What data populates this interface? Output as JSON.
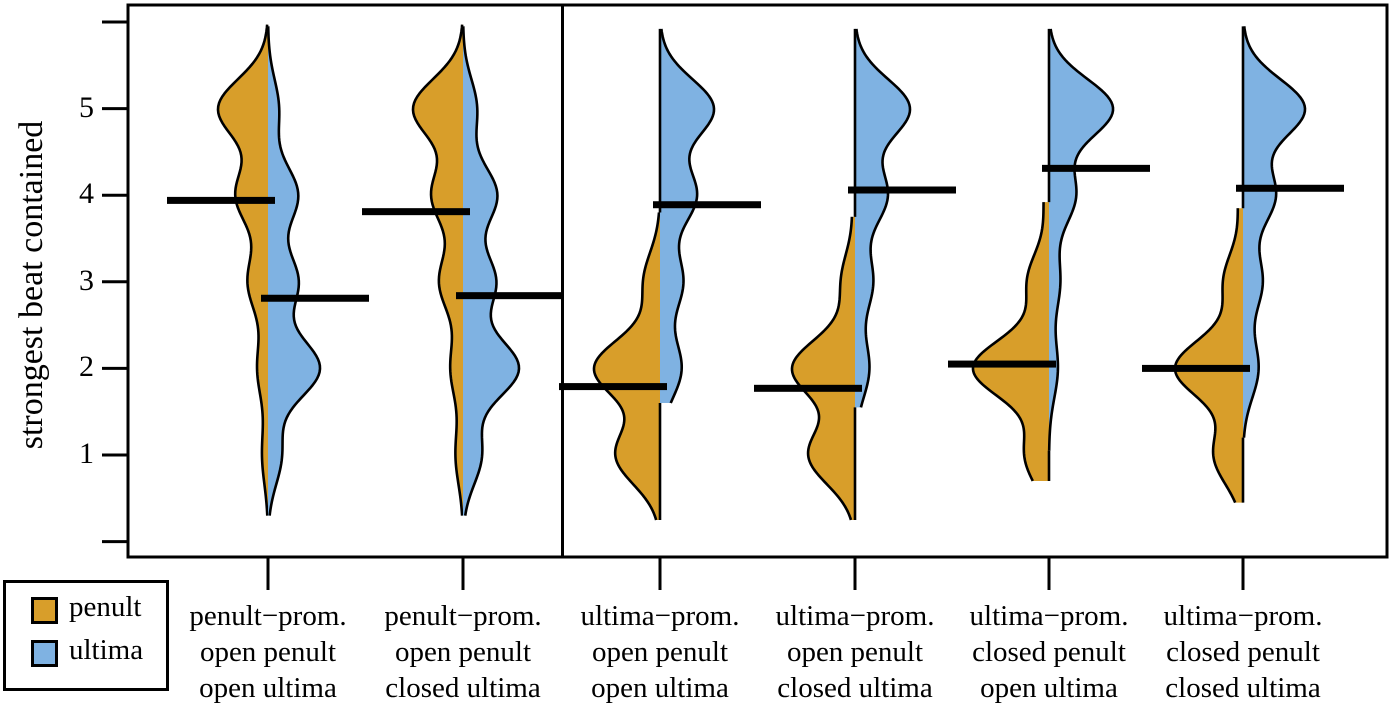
{
  "y_axis": {
    "label": "strongest beat contained",
    "tick_labels": [
      "1",
      "2",
      "3",
      "4",
      "5"
    ]
  },
  "legend": {
    "items": [
      {
        "label": "penult",
        "color": "#D89E2A"
      },
      {
        "label": "ultima",
        "color": "#7FB2E2"
      }
    ]
  },
  "chart_data": {
    "type": "violin",
    "variant": "split-violin",
    "title": "",
    "xlabel": "",
    "ylabel": "strongest beat contained",
    "ylim": [
      0,
      6
    ],
    "yticks": [
      1,
      2,
      3,
      4,
      5
    ],
    "unlabeled_yticks": [
      0,
      6
    ],
    "grid": false,
    "legend_position": "bottom-left",
    "series_legend": [
      {
        "name": "penult",
        "side": "left",
        "color": "#D89E2A"
      },
      {
        "name": "ultima",
        "side": "right",
        "color": "#7FB2E2"
      }
    ],
    "mean_marker": "horizontal black bar",
    "kde_bandwidth": 0.34,
    "panels": {
      "left_panel_categories": [
        0,
        1
      ],
      "right_panel_categories": [
        2,
        3,
        4,
        5
      ]
    },
    "categories": [
      {
        "label_lines": [
          "penult−prom.",
          "open penult",
          "open ultima"
        ],
        "penult": {
          "mean": 3.94,
          "range": [
            0.3,
            5.97
          ],
          "max_halfwidth": 50,
          "weights": {
            "1": 0.05,
            "2": 0.09,
            "3": 0.17,
            "4": 0.27,
            "5": 0.42
          }
        },
        "ultima": {
          "mean": 2.81,
          "range": [
            0.3,
            5.95
          ],
          "max_halfwidth": 52,
          "weights": {
            "1": 0.1,
            "2": 0.38,
            "3": 0.22,
            "4": 0.22,
            "5": 0.08
          }
        }
      },
      {
        "label_lines": [
          "penult−prom.",
          "open penult",
          "closed ultima"
        ],
        "penult": {
          "mean": 3.81,
          "range": [
            0.3,
            5.97
          ],
          "max_halfwidth": 50,
          "weights": {
            "1": 0.06,
            "2": 0.1,
            "3": 0.19,
            "4": 0.25,
            "5": 0.4
          }
        },
        "ultima": {
          "mean": 2.84,
          "range": [
            0.3,
            5.95
          ],
          "max_halfwidth": 56,
          "weights": {
            "1": 0.12,
            "2": 0.36,
            "3": 0.21,
            "4": 0.22,
            "5": 0.09
          }
        }
      },
      {
        "label_lines": [
          "ultima−prom.",
          "open penult",
          "open ultima"
        ],
        "penult": {
          "mean": 1.79,
          "range": [
            0.25,
            3.8
          ],
          "max_halfwidth": 66,
          "weights": {
            "1": 0.35,
            "2": 0.52,
            "3": 0.13
          }
        },
        "ultima": {
          "mean": 3.89,
          "range": [
            1.6,
            5.92
          ],
          "max_halfwidth": 54,
          "weights": {
            "2": 0.16,
            "3": 0.17,
            "4": 0.27,
            "5": 0.4
          }
        }
      },
      {
        "label_lines": [
          "ultima−prom.",
          "open penult",
          "closed ultima"
        ],
        "penult": {
          "mean": 1.77,
          "range": [
            0.25,
            3.75
          ],
          "max_halfwidth": 63,
          "weights": {
            "1": 0.37,
            "2": 0.5,
            "3": 0.11,
            "4": 0.02
          }
        },
        "ultima": {
          "mean": 4.06,
          "range": [
            1.55,
            5.92
          ],
          "max_halfwidth": 55,
          "weights": {
            "2": 0.12,
            "3": 0.15,
            "4": 0.27,
            "5": 0.46
          }
        }
      },
      {
        "label_lines": [
          "ultima−prom.",
          "closed penult",
          "open ultima"
        ],
        "penult": {
          "mean": 2.05,
          "range": [
            0.7,
            3.92
          ],
          "max_halfwidth": 76,
          "weights": {
            "1": 0.19,
            "2": 0.6,
            "3": 0.17,
            "4": 0.04
          }
        },
        "ultima": {
          "mean": 4.31,
          "range": [
            1.05,
            5.92
          ],
          "max_halfwidth": 64,
          "weights": {
            "2": 0.08,
            "3": 0.1,
            "4": 0.24,
            "5": 0.58
          }
        }
      },
      {
        "label_lines": [
          "ultima−prom.",
          "closed penult",
          "closed ultima"
        ],
        "penult": {
          "mean": 2.0,
          "range": [
            0.45,
            3.85
          ],
          "max_halfwidth": 68,
          "weights": {
            "1": 0.24,
            "2": 0.56,
            "3": 0.16,
            "4": 0.04
          }
        },
        "ultima": {
          "mean": 4.08,
          "range": [
            1.2,
            5.95
          ],
          "max_halfwidth": 62,
          "weights": {
            "2": 0.12,
            "3": 0.15,
            "4": 0.25,
            "5": 0.48
          }
        }
      }
    ]
  }
}
